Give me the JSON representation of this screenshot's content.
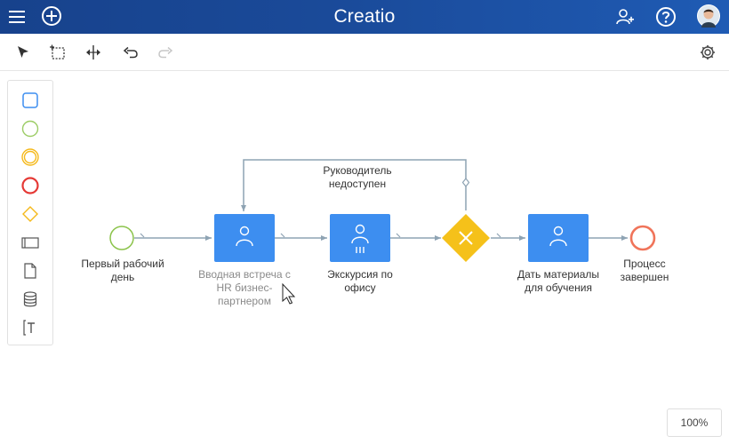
{
  "header": {
    "brand": "Creatio",
    "menu_icon": "hamburger-menu-icon",
    "add_icon": "plus-circle-icon",
    "user_add_icon": "add-user-icon",
    "help_icon": "help-icon",
    "avatar_icon": "user-avatar"
  },
  "toolbar": {
    "tools": [
      "select-tool-icon",
      "lasso-tool-icon",
      "space-tool-icon",
      "undo-icon",
      "redo-icon"
    ],
    "settings_icon": "gear-icon"
  },
  "palette": {
    "items": [
      "task-shape-icon",
      "start-event-icon",
      "intermediate-event-icon",
      "end-event-icon",
      "gateway-icon",
      "pool-icon",
      "data-object-icon",
      "data-store-icon",
      "text-annotation-icon"
    ]
  },
  "diagram": {
    "start_label": "Первый рабочий день",
    "task1_label": "Вводная встреча с HR бизнес-партнером",
    "task2_label": "Экскурсия по офису",
    "loop_label": "Руководитель недоступен",
    "task3_label": "Дать материалы для обучения",
    "end_label": "Процесс завершен"
  },
  "colors": {
    "header_bg": "#1a4a99",
    "task_fill": "#3d8ef0",
    "gateway_fill": "#f5c11a",
    "start_stroke": "#8bc34a",
    "end_stroke": "#f0745a",
    "flow": "#8ea3b3"
  },
  "zoom": {
    "value": "100%"
  }
}
